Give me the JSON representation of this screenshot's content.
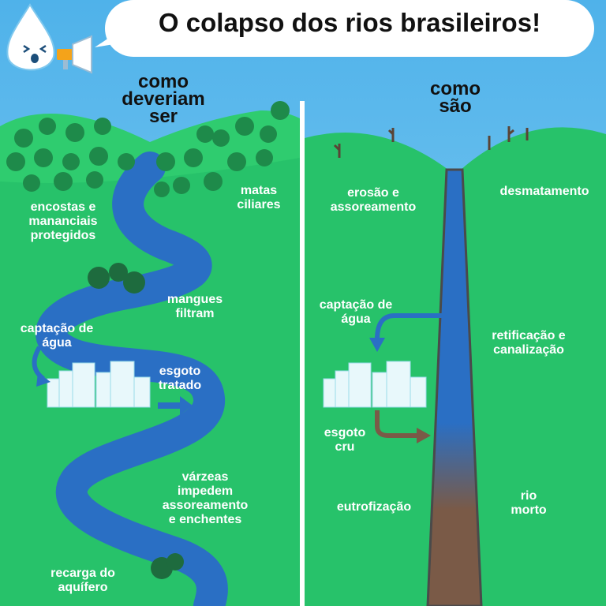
{
  "title": "O colapso dos rios brasileiros!",
  "colors": {
    "sky": "#6cc3f0",
    "grass": "#27c26a",
    "hill": "#2fcc6f",
    "river": "#2a6fc4",
    "dead_river": "#7a5a47",
    "tree": "#1e8a4a",
    "building": "#e8f8fb",
    "arrow_blue": "#2a6fc4",
    "arrow_brown": "#7a5a47",
    "divider": "#ffffff"
  },
  "left_panel": {
    "heading": "como\ndeveriam\nser",
    "labels": {
      "encostas": "encostas e\nmananciais\nprotegidos",
      "matas": "matas\nciliares",
      "mangues": "mangues\nfiltram",
      "captacao": "captação de\nágua",
      "esgoto": "esgoto\ntratado",
      "varzeas": "várzeas\nimpedem\nassoreamento\ne enchentes",
      "recarga": "recarga do\naquífero"
    }
  },
  "right_panel": {
    "heading": "como\nsão",
    "labels": {
      "erosao": "erosão e\nassoreamento",
      "desmatamento": "desmatamento",
      "captacao": "captação de\nágua",
      "retificacao": "retificação e\ncanalização",
      "esgoto": "esgoto\ncru",
      "eutrofizacao": "eutrofização",
      "rio_morto": "rio\nmorto"
    }
  },
  "icons": {
    "mascot": "water-drop-mascot-icon",
    "megaphone": "megaphone-icon"
  }
}
